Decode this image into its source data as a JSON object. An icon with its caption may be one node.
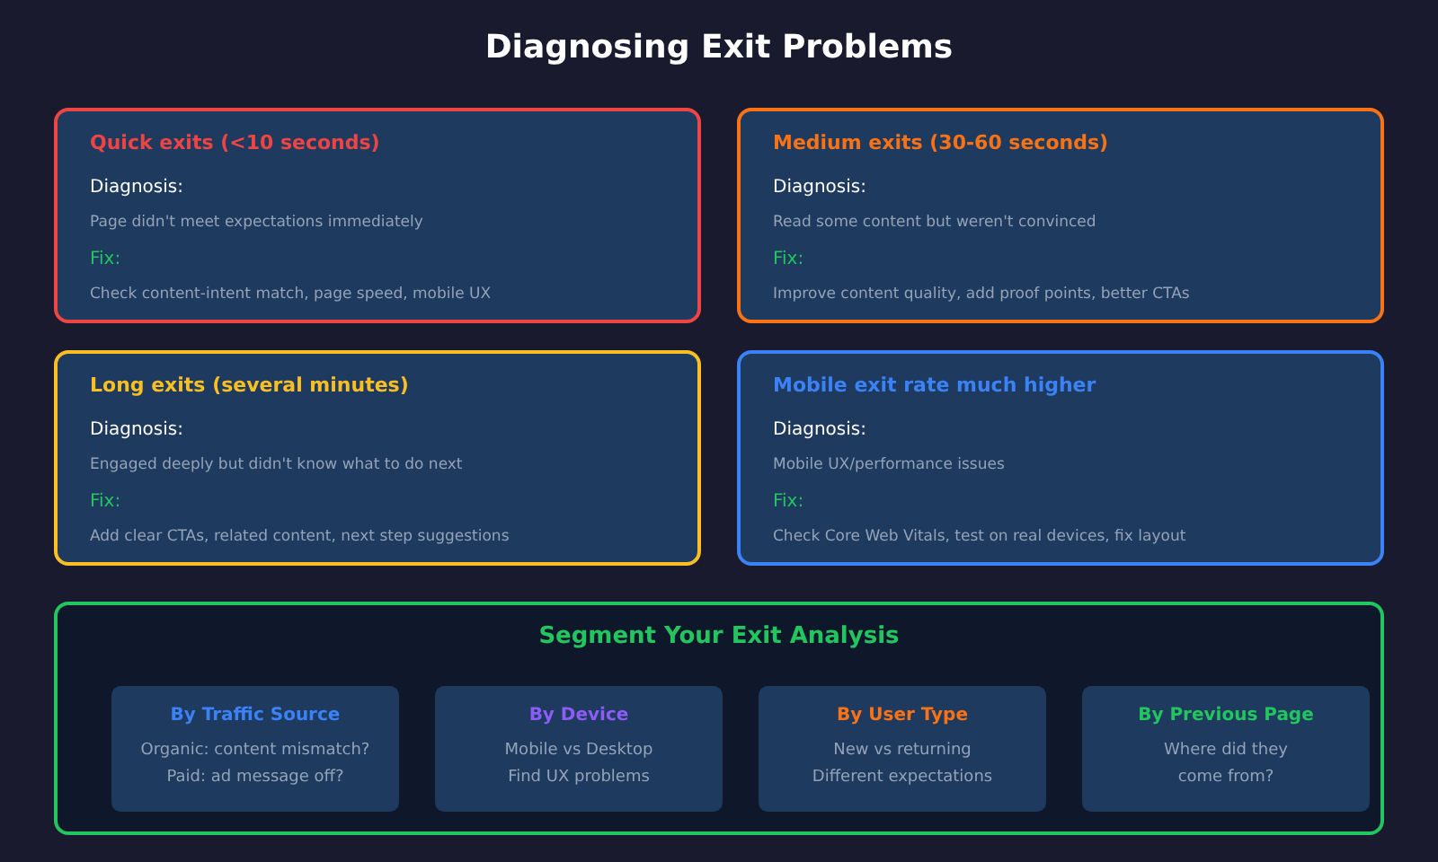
{
  "diagram": {
    "title": "Diagnosing Exit Problems",
    "nodes": [
      {
        "text": [
          "Quick exits (<10 seconds)",
          "Diagnosis:",
          "Page didn't meet expectations immediately",
          "Fix:",
          "Check content-intent match, page speed, mobile UX"
        ]
      },
      {
        "text": [
          "Medium exits (30-60 seconds)",
          "Diagnosis:",
          "Read some content but weren't convinced",
          "Fix:",
          "Improve content quality, add proof points, better CTAs"
        ]
      },
      {
        "text": [
          "Long exits (several minutes)",
          "Diagnosis:",
          "Engaged deeply but didn't know what to do next",
          "Fix:",
          "Add clear CTAs, related content, next step suggestions"
        ]
      },
      {
        "text": [
          "Mobile exit rate much higher",
          "Diagnosis:",
          "Mobile UX/performance issues",
          "Fix:",
          "Check Core Web Vitals, test on real devices, fix layout"
        ]
      },
      {
        "text": [
          "Segment Your Exit Analysis"
        ]
      },
      {
        "text": [
          "By Traffic Source",
          "Organic: content mismatch?",
          "Paid: ad message off?"
        ],
        "in": 4
      },
      {
        "text": [
          "By Device",
          "Mobile vs Desktop",
          "Find UX problems"
        ],
        "in": 4
      },
      {
        "text": [
          "By User Type",
          "New vs returning",
          "Different expectations"
        ],
        "in": 4
      },
      {
        "text": [
          "By Previous Page",
          "Where did they come from?"
        ],
        "in": 4
      }
    ]
  }
}
